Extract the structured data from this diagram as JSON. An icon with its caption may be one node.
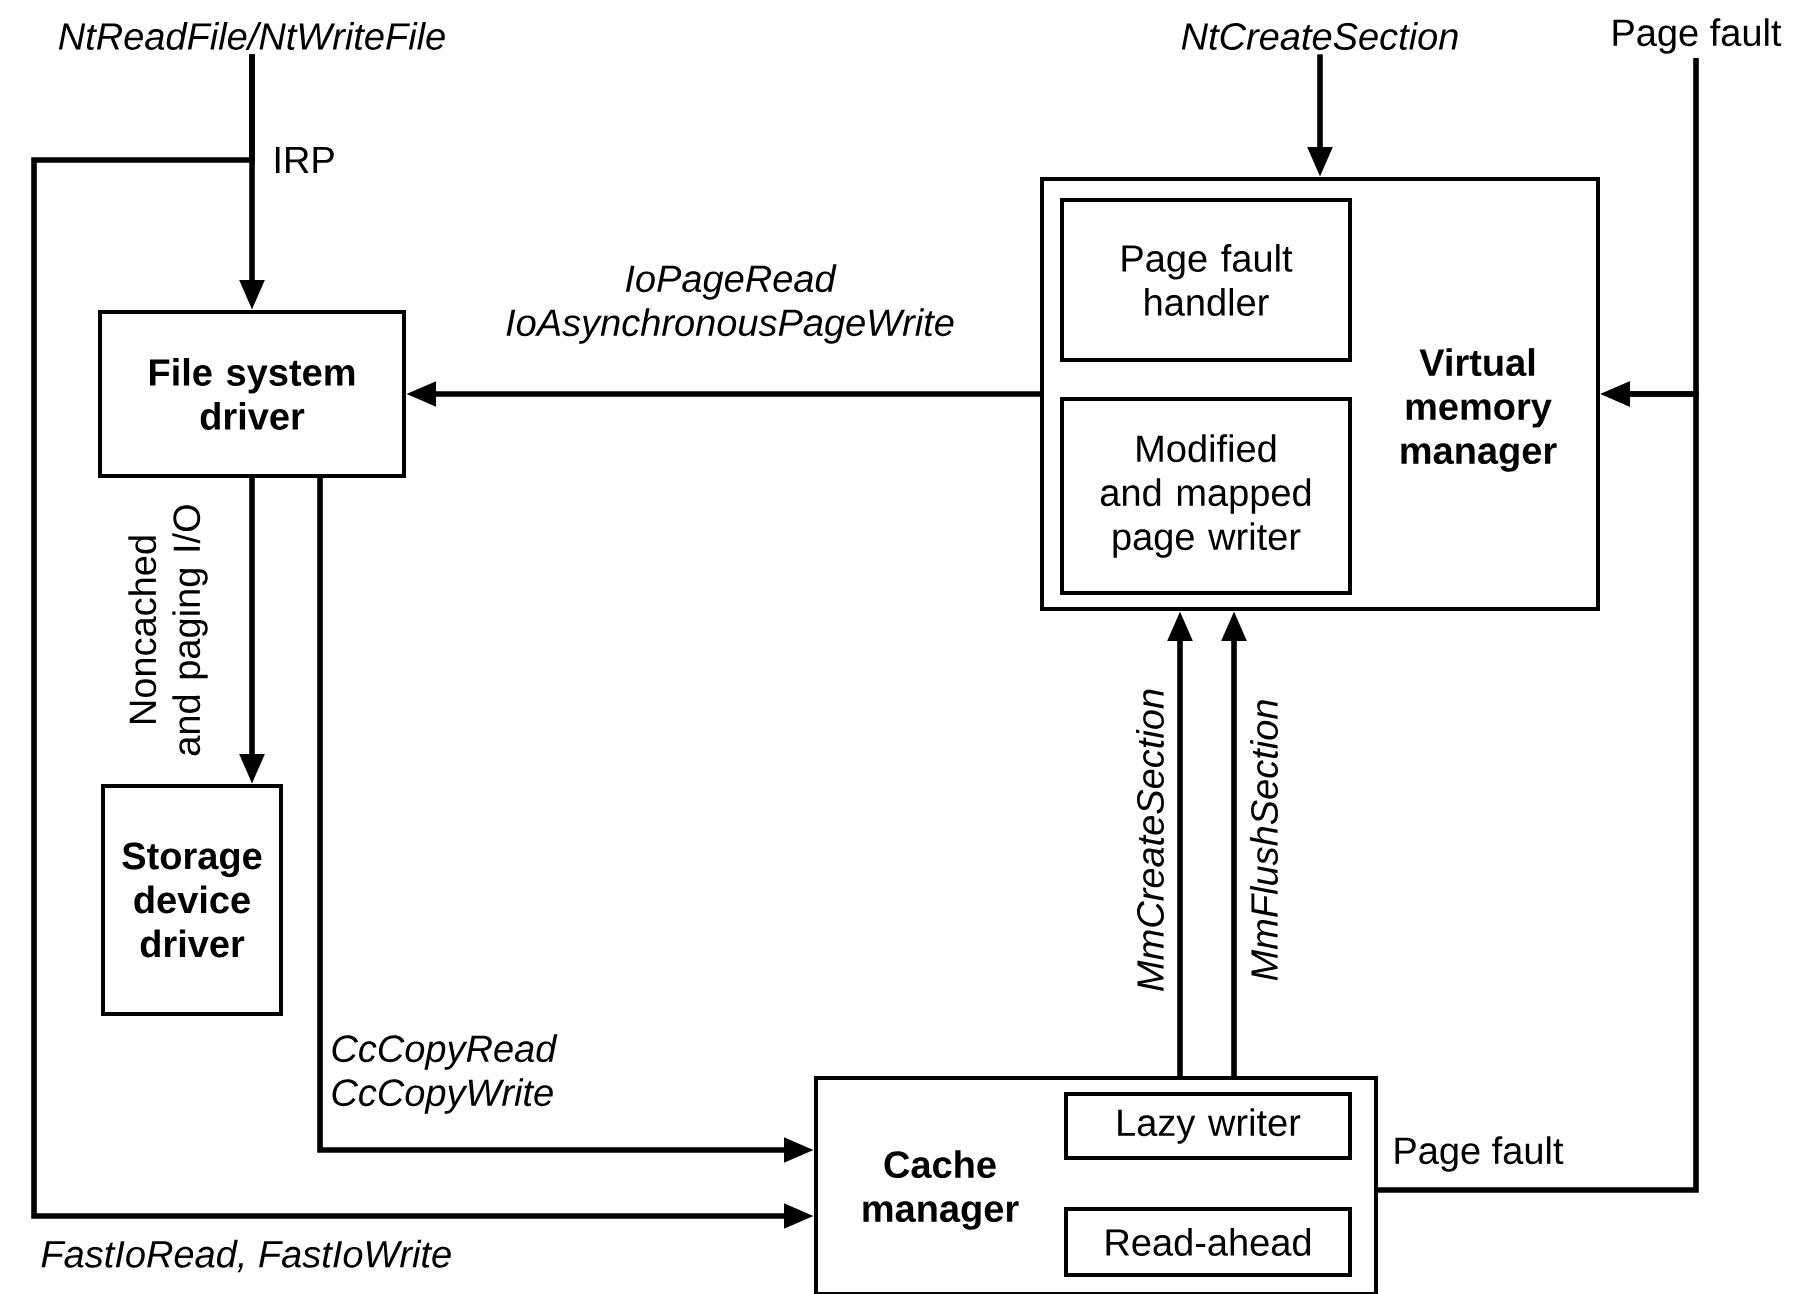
{
  "diagram": {
    "nodes": [
      {
        "text": [
          "NtReadFile/NtWriteFile"
        ]
      },
      {
        "text": [
          "File system driver"
        ]
      },
      {
        "text": [
          "Storage device driver"
        ]
      },
      {
        "text": [
          "Virtual memory manager"
        ]
      },
      {
        "text": [
          "Page fault handler"
        ],
        "in": 3
      },
      {
        "text": [
          "Modified and mapped page writer"
        ],
        "in": 3
      },
      {
        "text": [
          "NtCreateSection"
        ]
      },
      {
        "text": [
          "Page fault"
        ]
      },
      {
        "text": [
          "Cache manager"
        ]
      },
      {
        "text": [
          "Lazy writer"
        ],
        "in": 8
      },
      {
        "text": [
          "Read-ahead"
        ],
        "in": 8
      }
    ],
    "edges": [
      {
        "from": 0,
        "to": 1,
        "arrow": "to",
        "label": "IRP"
      },
      {
        "from": 0,
        "to": 8,
        "arrow": "to",
        "label": "FastIoRead, FastIoWrite"
      },
      {
        "from": 3,
        "to": 1,
        "arrow": "to",
        "label": "IoPageRead IoAsynchronousPageWrite"
      },
      {
        "from": 1,
        "to": 2,
        "arrow": "to",
        "label": "Noncached and paging I/O"
      },
      {
        "from": 1,
        "to": 8,
        "arrow": "to",
        "label": "CcCopyRead CcCopyWrite"
      },
      {
        "from": 6,
        "to": 3,
        "arrow": "to"
      },
      {
        "from": 7,
        "to": 3,
        "arrow": "to"
      },
      {
        "from": 8,
        "to": 3,
        "arrow": "to",
        "label": "Page fault"
      },
      {
        "from": 8,
        "to": 3,
        "arrow": "to",
        "label": "MmCreateSection"
      },
      {
        "from": 8,
        "to": 3,
        "arrow": "to",
        "label": "MmFlushSection"
      }
    ]
  }
}
